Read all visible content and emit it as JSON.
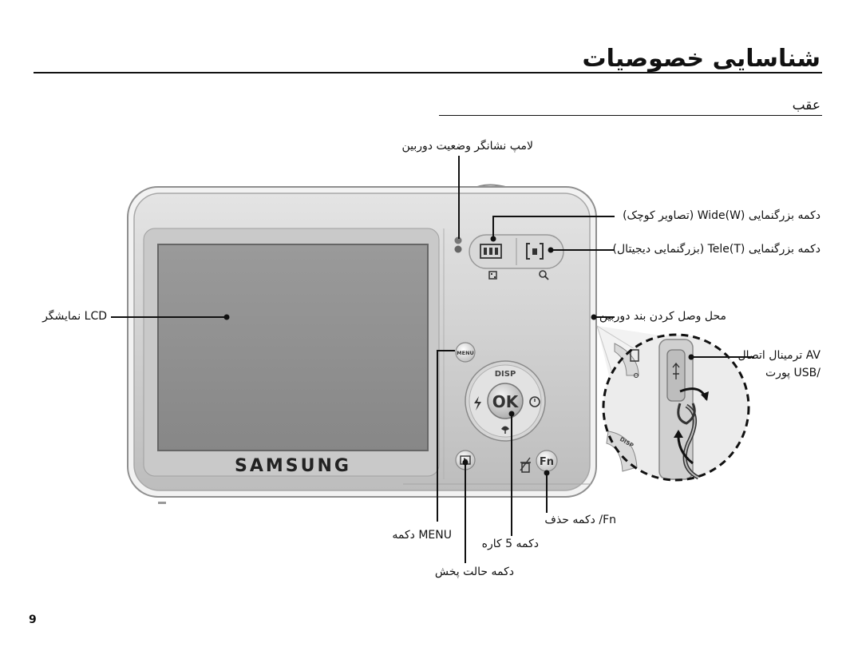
{
  "page": {
    "title": "شناسایی خصوصیات",
    "subtitle": "عقب",
    "page_number": "9"
  },
  "labels": {
    "af_lamp": "لامپ نشانگر وضعیت دوربین",
    "zoom_wide": "دکمه بزرگنمایی Wide(W) (تصاویر کوچک)",
    "zoom_tele": "دکمه بزرگنمایی Tele(T) (بزرگنمایی دیجیتال)",
    "strap": "محل وصل کردن بند دوربین",
    "lcd": "LCD نمایشگر",
    "av_usb_line1": "AV ترمینال اتصال",
    "av_usb_line2": "/USB پورت",
    "menu": "MENU دکمه",
    "five_way": "دکمه 5 کاره",
    "fn_delete": "Fn/ دکمه حذف",
    "playback": "دکمه حالت پخش"
  },
  "camera": {
    "brand": "SAMSUNG",
    "menu_btn": "MENU",
    "ok_btn": "OK",
    "disp_label": "DISP",
    "fn_btn": "Fn",
    "inset_disp": "DISP"
  },
  "icons": {
    "zoom_wide": "wide-zoom-icon",
    "zoom_tele": "tele-zoom-icon",
    "thumbnail": "thumbnail-icon",
    "magnifier": "magnifier-icon",
    "flash": "flash-icon",
    "self_timer": "self-timer-icon",
    "macro": "macro-icon",
    "playback": "playback-icon",
    "trash": "trash-icon",
    "usb": "usb-icon"
  }
}
